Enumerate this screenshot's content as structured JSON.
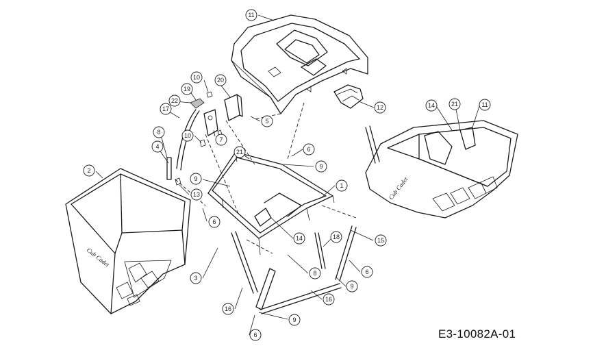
{
  "drawing_code": "E3-10082A-01",
  "brand_mark": "Cub Cadet",
  "callouts": [
    "11",
    "12",
    "5",
    "20",
    "10",
    "19",
    "22",
    "17",
    "7",
    "8",
    "4",
    "10",
    "21",
    "6",
    "9",
    "2",
    "13",
    "6",
    "9",
    "1",
    "14",
    "18",
    "15",
    "3",
    "8",
    "9",
    "6",
    "16",
    "16",
    "9",
    "6",
    "14",
    "21",
    "11"
  ]
}
